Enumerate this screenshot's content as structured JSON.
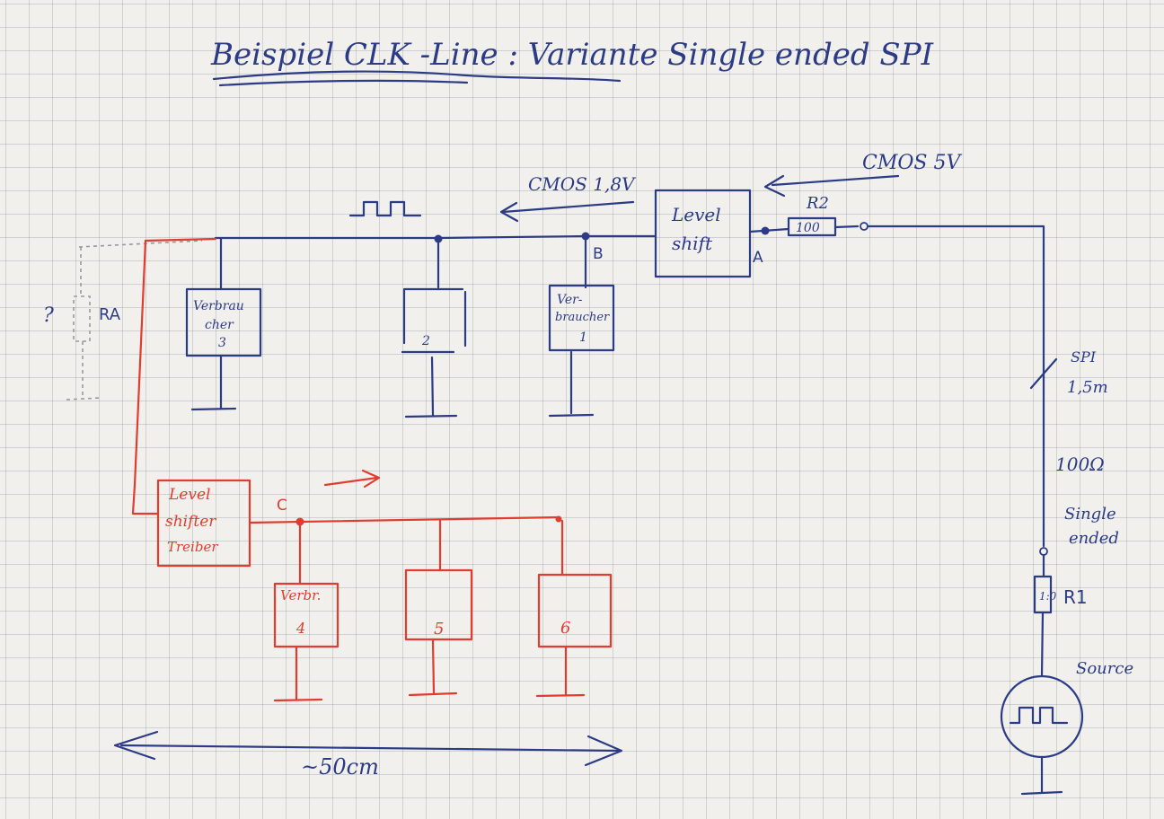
{
  "title": "Beispiel   CLK -Line  :   Variante Single ended SPI",
  "signal_labels": {
    "cmos_low": "CMOS 1,8V",
    "cmos_high": "CMOS 5V"
  },
  "nodes": {
    "a": "A",
    "b": "B",
    "c": "C"
  },
  "resistors": {
    "r2_name": "R2",
    "r2_value": "100",
    "r1_name": "R1",
    "ra_name": "RA",
    "ra_question": "?"
  },
  "blocks": {
    "level_shift_top_line1": "Level",
    "level_shift_top_line2": "shift",
    "level_shifter_red_line1": "Level",
    "level_shifter_red_line2": "shifter",
    "level_shifter_red_line3": "Treiber",
    "consumer1_line1": "Ver-",
    "consumer1_line2": "braucher",
    "consumer1_num": "1",
    "consumer2_num": "2",
    "consumer3_line1": "Verbrau",
    "consumer3_line2": "cher",
    "consumer3_num": "3",
    "consumer4_line1": "Verbr.",
    "consumer4_num": "4",
    "consumer5_num": "5",
    "consumer6_num": "6"
  },
  "right_notes": {
    "spi": "SPI",
    "length": "1,5m",
    "impedance": "100Ω",
    "single_line1": "Single",
    "single_line2": "ended",
    "source": "Source"
  },
  "distance": "~50cm"
}
